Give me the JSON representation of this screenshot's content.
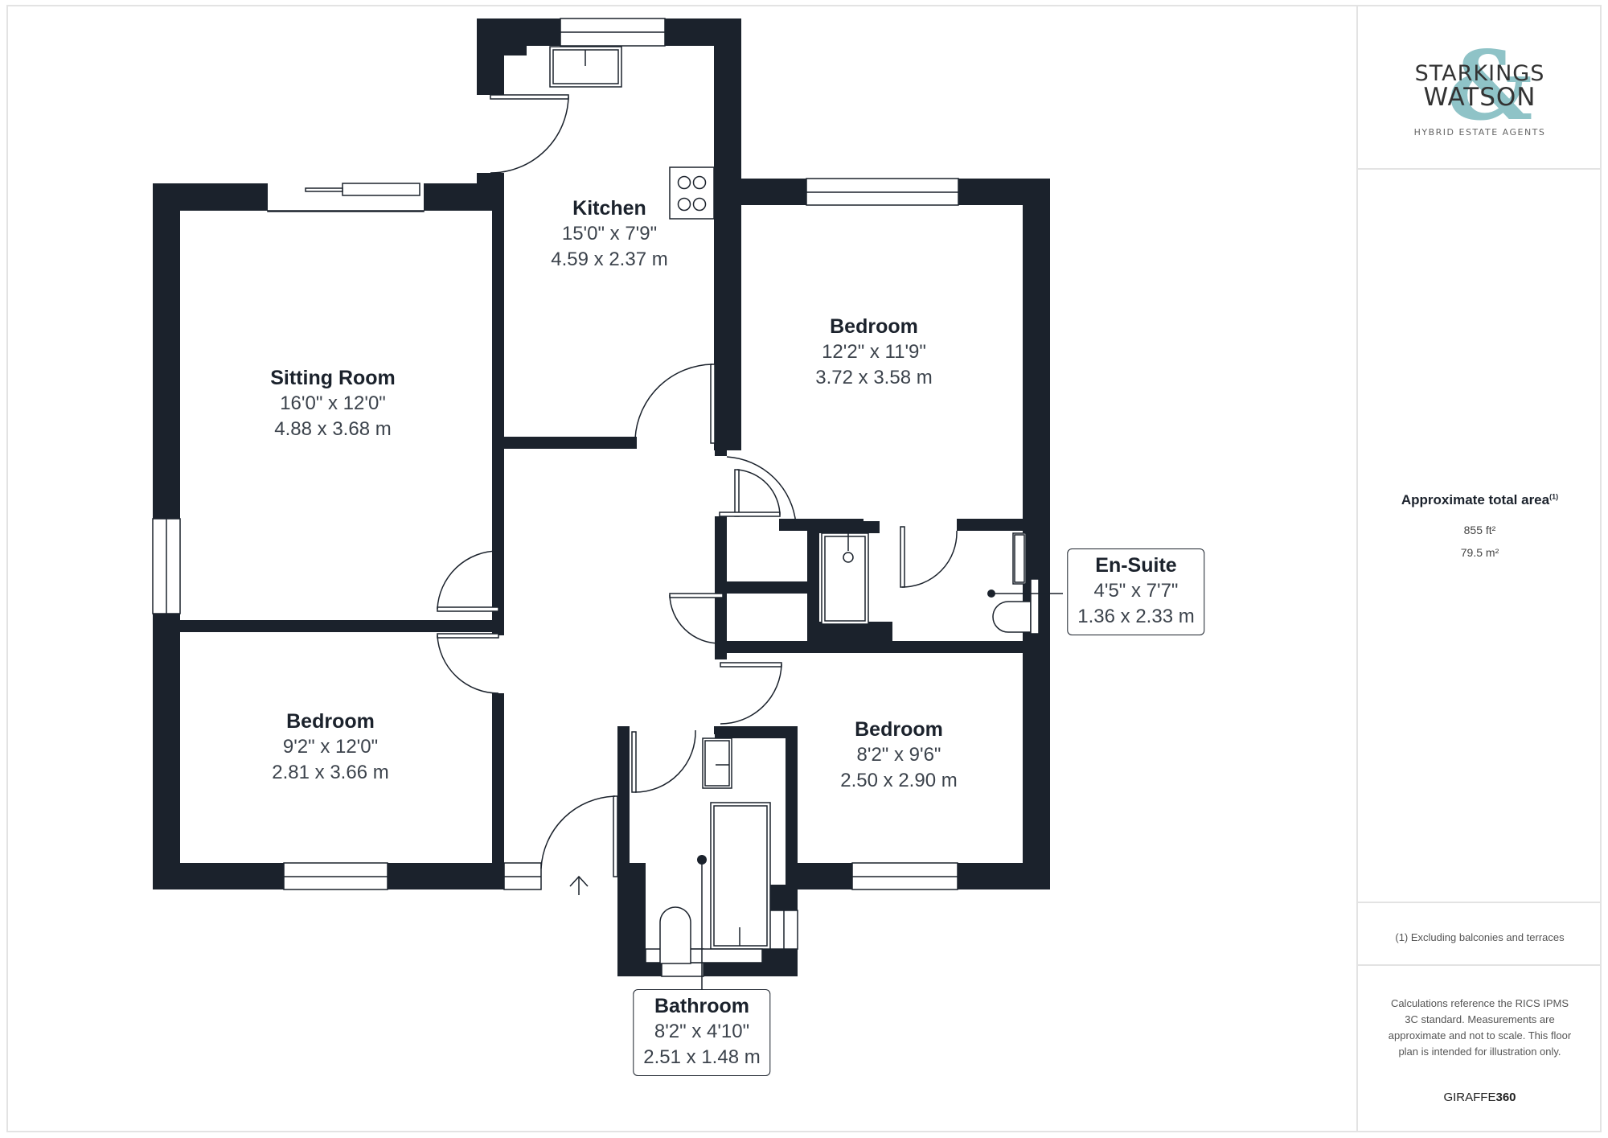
{
  "sidebar": {
    "logo": {
      "line1": "STARKINGS",
      "line2": "WATSON",
      "ampersand": "&",
      "tagline": "HYBRID ESTATE AGENTS",
      "accent_color": "#8fc3c7"
    },
    "area": {
      "title": "Approximate total area",
      "footnote_marker": "(1)",
      "sq_ft": "855 ft²",
      "sq_m": "79.5 m²"
    },
    "footnote": "(1) Excluding balconies and terraces",
    "disclaimer": "Calculations reference the RICS IPMS 3C standard. Measurements are approximate and not to scale. This floor plan is intended for illustration only.",
    "brand": {
      "prefix": "GIRAFFE",
      "suffix": "360"
    }
  },
  "plan": {
    "wall_color": "#1b222c",
    "rooms": [
      {
        "name": "Kitchen",
        "imperial": "15'0\" x 7'9\"",
        "metric": "4.59 x 2.37 m"
      },
      {
        "name": "Sitting Room",
        "imperial": "16'0\" x 12'0\"",
        "metric": "4.88 x 3.68 m"
      },
      {
        "name": "Bedroom",
        "imperial": "12'2\" x 11'9\"",
        "metric": "3.72 x 3.58 m"
      },
      {
        "name": "En-Suite",
        "imperial": "4'5\" x 7'7\"",
        "metric": "1.36 x 2.33 m"
      },
      {
        "name": "Bedroom",
        "imperial": "9'2\" x 12'0\"",
        "metric": "2.81 x 3.66 m"
      },
      {
        "name": "Bedroom",
        "imperial": "8'2\" x 9'6\"",
        "metric": "2.50 x 2.90 m"
      },
      {
        "name": "Bathroom",
        "imperial": "8'2\" x 4'10\"",
        "metric": "2.51 x 1.48 m"
      }
    ],
    "entrance_icon": "entrance-arrow-icon"
  }
}
